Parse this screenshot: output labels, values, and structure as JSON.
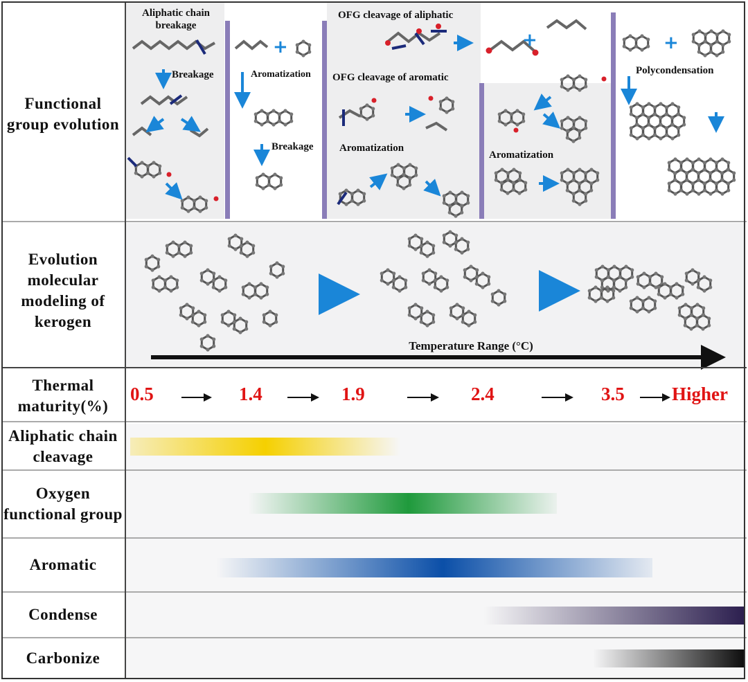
{
  "rows": {
    "functional": "Functional group evolution",
    "modeling": "Evolution molecular modeling of kerogen",
    "thermal": "Thermal maturity(%)",
    "aliphatic": "Aliphatic chain cleavage",
    "oxygen": "Oxygen functional group",
    "aromatic": "Aromatic",
    "condense": "Condense",
    "carbonize": "Carbonize"
  },
  "stages": {
    "aliphatic_chain_breakage": "Aliphatic chain breakage",
    "breakage_1": "Breakage",
    "aromatization_1": "Aromatization",
    "breakage_2": "Breakage",
    "ofg_aliphatic": "OFG cleavage of aliphatic",
    "ofg_aromatic": "OFG cleavage of aromatic",
    "aromatization_2": "Aromatization",
    "aromatization_3": "Aromatization",
    "polycondensation": "Polycondensation"
  },
  "temperature_label": "Temperature  Range (°C)",
  "maturity_values": [
    "0.5",
    "1.4",
    "1.9",
    "2.4",
    "3.5",
    "Higher"
  ],
  "colors": {
    "aliphatic": "#f5d000",
    "oxygen": "#1f9a3c",
    "aromatic": "#0b4fa8",
    "condense": "#2b1e4e",
    "carbonize": "#0c0c0c",
    "maturity_text": "#e01414",
    "separator": "#8a7db8",
    "arrow": "#1a86d8"
  }
}
